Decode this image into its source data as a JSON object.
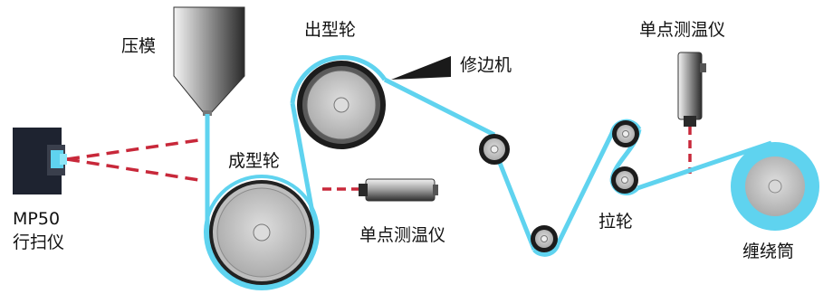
{
  "labels": {
    "press_die": "压模",
    "forming_wheel": "成型轮",
    "exit_wheel": "出型轮",
    "trimmer": "修边机",
    "temp_top": "单点测温仪",
    "temp_mid": "单点测温仪",
    "pull_wheel": "拉轮",
    "winding_drum": "缠绕筒",
    "scanner_model": "MP50",
    "scanner_name": "行扫仪"
  },
  "colors": {
    "film": "#5fd3ef",
    "laser": "#c8283a",
    "wheel": "#cfcfcf",
    "wheel_rim": "#1c1c1c",
    "scanner_body": "#1e2330"
  },
  "icons": {
    "press_die": "hopper-funnel",
    "scanner": "line-scanner-device",
    "thermometer": "ir-pyrometer",
    "trimmer": "trimmer-blade"
  }
}
